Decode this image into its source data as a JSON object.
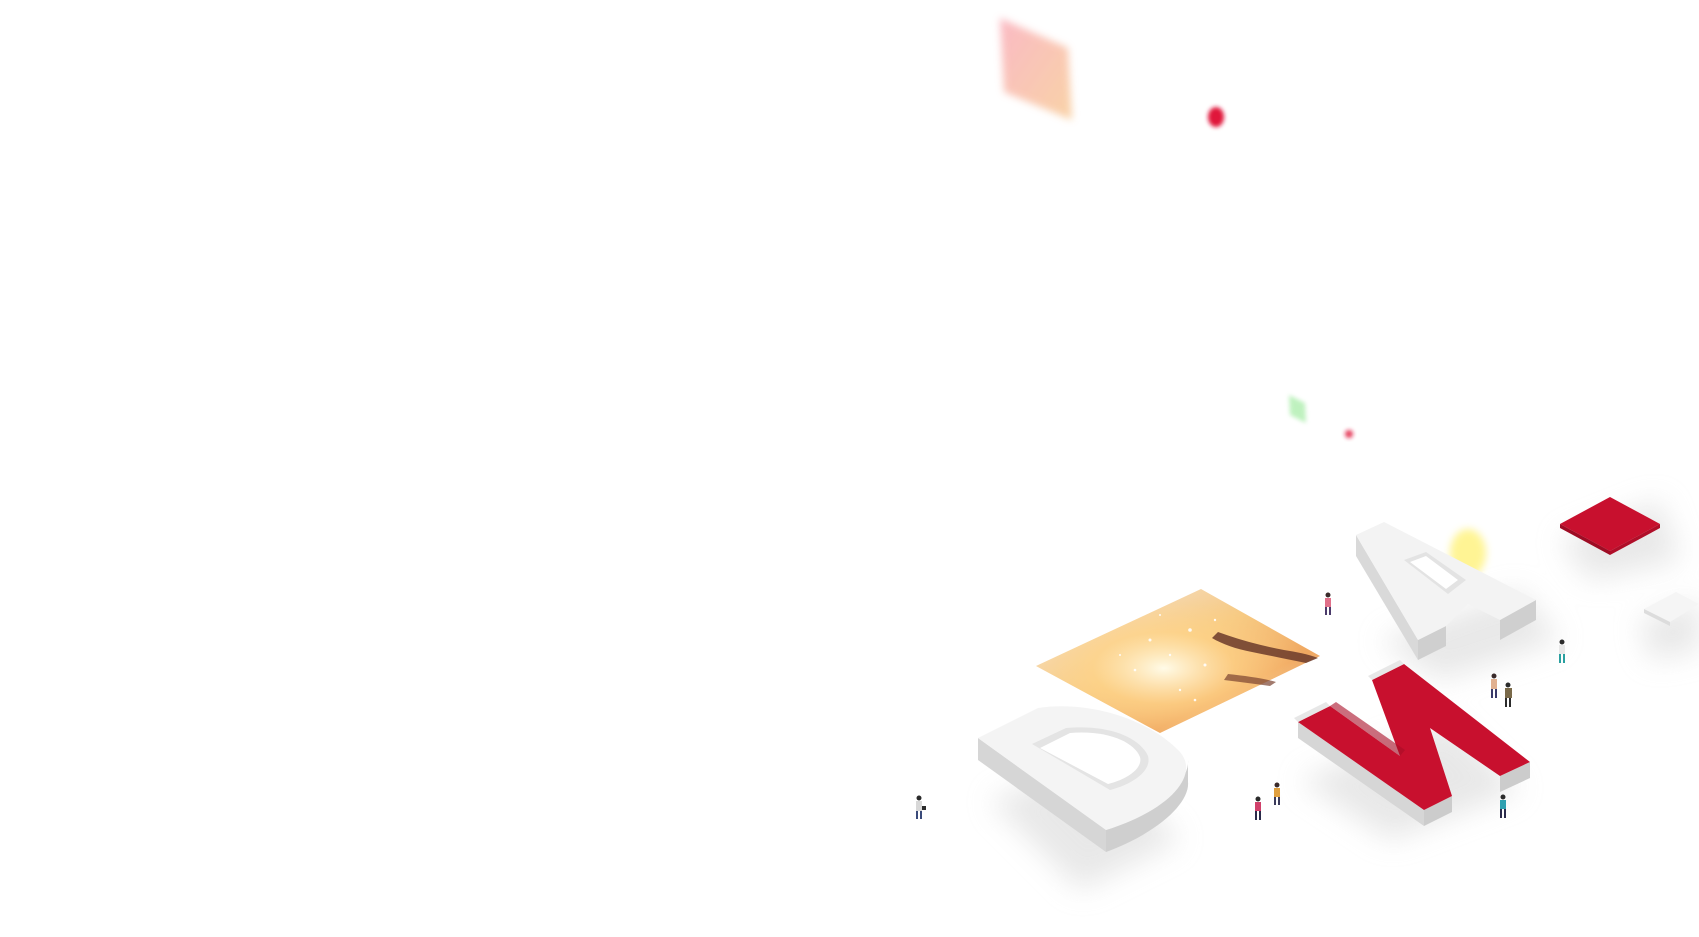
{
  "scene": {
    "letters": [
      "D",
      "N",
      "A"
    ],
    "colors": {
      "background": "#ffffff",
      "brand_red": "#c8102e",
      "letter_white": "#f2f2f2",
      "letter_side": "#d9d9d9",
      "shadow": "#e6e6e6",
      "pink_glow": "#f7a1a8",
      "yellow_glow": "#fff27a",
      "green_glow": "#b8f0b8"
    },
    "icons": [
      "letter-d-block",
      "letter-n-block",
      "letter-a-block",
      "photo-tile-hand-light",
      "red-diamond-tile",
      "white-diamond-tile",
      "people-figures"
    ]
  }
}
